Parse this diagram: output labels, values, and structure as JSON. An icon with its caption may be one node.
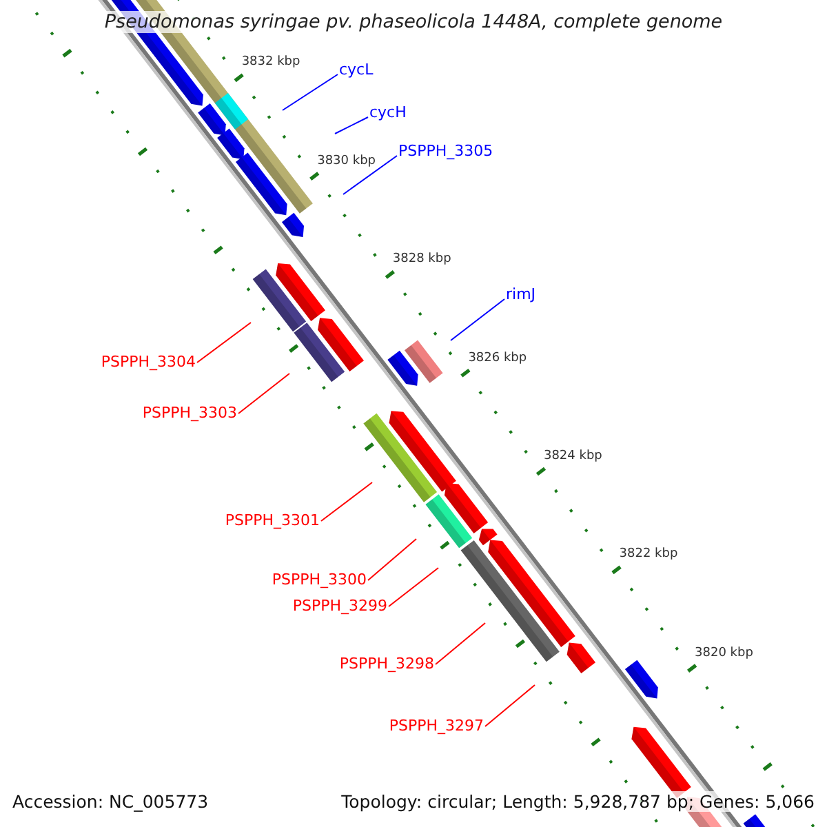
{
  "diagram": {
    "title": "Pseudomonas syringae pv. phaseolicola 1448A, complete genome",
    "nodes": [
      {
        "text": [
          "cycL"
        ]
      },
      {
        "text": [
          "cycH"
        ]
      },
      {
        "text": [
          "PSPPH_3305"
        ]
      },
      {
        "text": [
          "rimJ"
        ]
      },
      {
        "text": [
          "PSPPH_3304"
        ]
      },
      {
        "text": [
          "PSPPH_3303"
        ]
      },
      {
        "text": [
          "PSPPH_3301"
        ]
      },
      {
        "text": [
          "PSPPH_3300"
        ]
      },
      {
        "text": [
          "PSPPH_3299"
        ]
      },
      {
        "text": [
          "PSPPH_3298"
        ]
      },
      {
        "text": [
          "PSPPH_3297"
        ]
      }
    ],
    "edges": [
      {
        "from": 0,
        "to": null,
        "arrow": "none",
        "color": "#0000ff"
      },
      {
        "from": 1,
        "to": null,
        "arrow": "none",
        "color": "#0000ff"
      },
      {
        "from": 2,
        "to": null,
        "arrow": "none",
        "color": "#0000ff"
      },
      {
        "from": 3,
        "to": null,
        "arrow": "none",
        "color": "#0000ff"
      },
      {
        "from": 4,
        "to": null,
        "arrow": "none"
      },
      {
        "from": 5,
        "to": null,
        "arrow": "none"
      },
      {
        "from": 6,
        "to": null,
        "arrow": "none"
      },
      {
        "from": 7,
        "to": null,
        "arrow": "none"
      },
      {
        "from": 8,
        "to": null,
        "arrow": "none"
      },
      {
        "from": 9,
        "to": null,
        "arrow": "none"
      },
      {
        "from": 10,
        "to": null,
        "arrow": "none"
      }
    ],
    "labels": [
      "3832 kbp",
      "3830 kbp",
      "3828 kbp",
      "3826 kbp",
      "3824 kbp",
      "3822 kbp",
      "3820 kbp",
      "Accession: NC_005773",
      "Topology: circular; Length: 5,928,787 bp; Genes: 5,066"
    ]
  }
}
